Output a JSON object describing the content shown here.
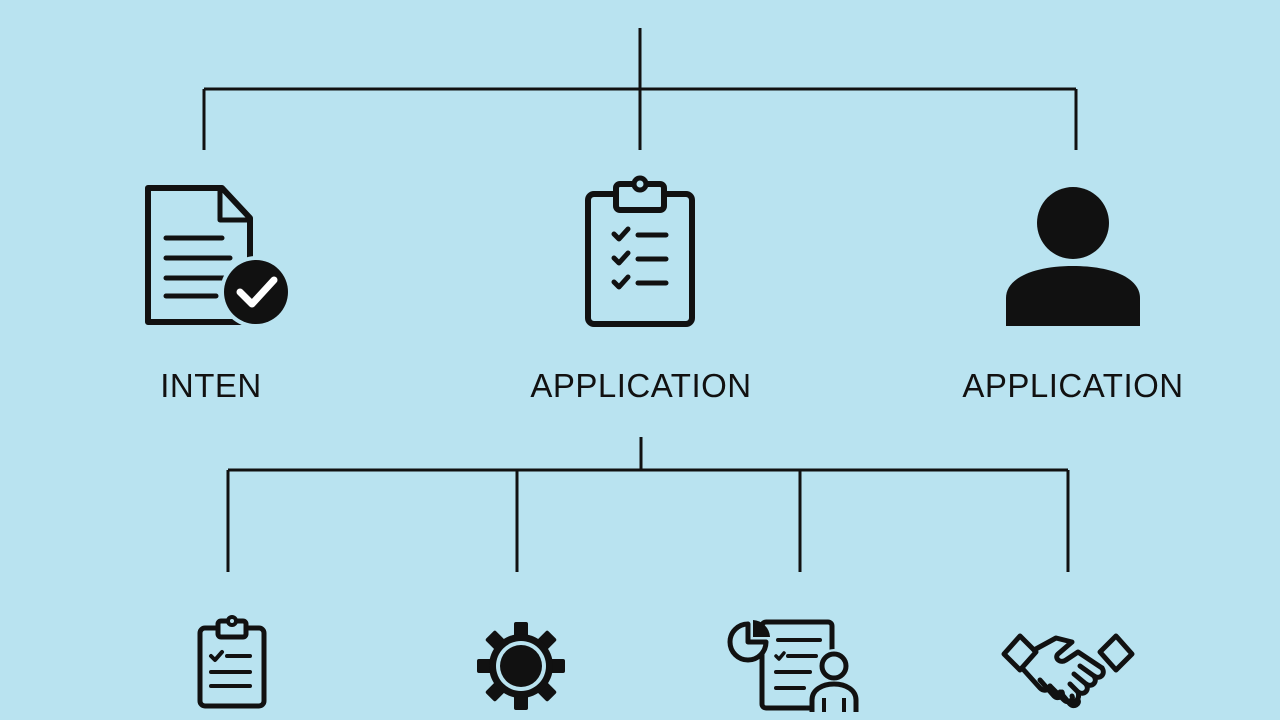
{
  "diagram": {
    "nodes": [
      {
        "id": "node-1",
        "label": "INTEN",
        "icon": "document-check-icon"
      },
      {
        "id": "node-2",
        "label": "APPLICATION",
        "icon": "clipboard-checklist-icon"
      },
      {
        "id": "node-3",
        "label": "APPLICATION",
        "icon": "person-icon"
      }
    ],
    "children": [
      {
        "id": "child-1",
        "icon": "small-clipboard-icon"
      },
      {
        "id": "child-2",
        "icon": "gear-icon"
      },
      {
        "id": "child-3",
        "icon": "document-person-icon"
      },
      {
        "id": "child-4",
        "icon": "handshake-icon"
      }
    ]
  },
  "colors": {
    "background": "#b9e3f0",
    "ink": "#111111"
  }
}
